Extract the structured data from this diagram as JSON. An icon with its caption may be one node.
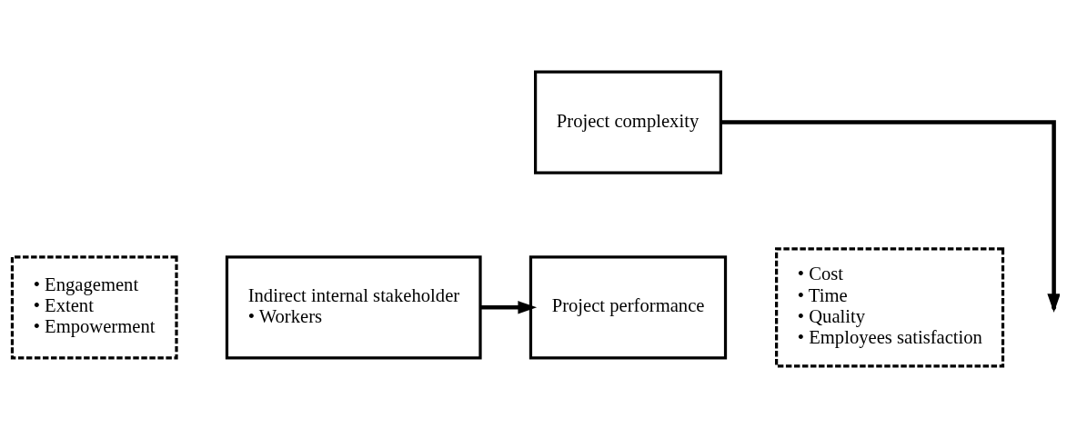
{
  "diagram": {
    "nodes": [
      {
        "text": [
          "• Engagement",
          "• Extent",
          "• Empowerment"
        ]
      },
      {
        "text": [
          "Indirect internal stakeholder",
          "• Workers"
        ]
      },
      {
        "text": [
          "Project complexity"
        ]
      },
      {
        "text": [
          "Project performance"
        ]
      },
      {
        "text": [
          "• Cost",
          "• Time",
          "• Quality",
          "• Employees satisfaction"
        ]
      }
    ],
    "edges": [
      {
        "from": 1,
        "to": 3,
        "arrow": "to"
      },
      {
        "from": 2,
        "to": null,
        "arrow": "to"
      }
    ]
  }
}
